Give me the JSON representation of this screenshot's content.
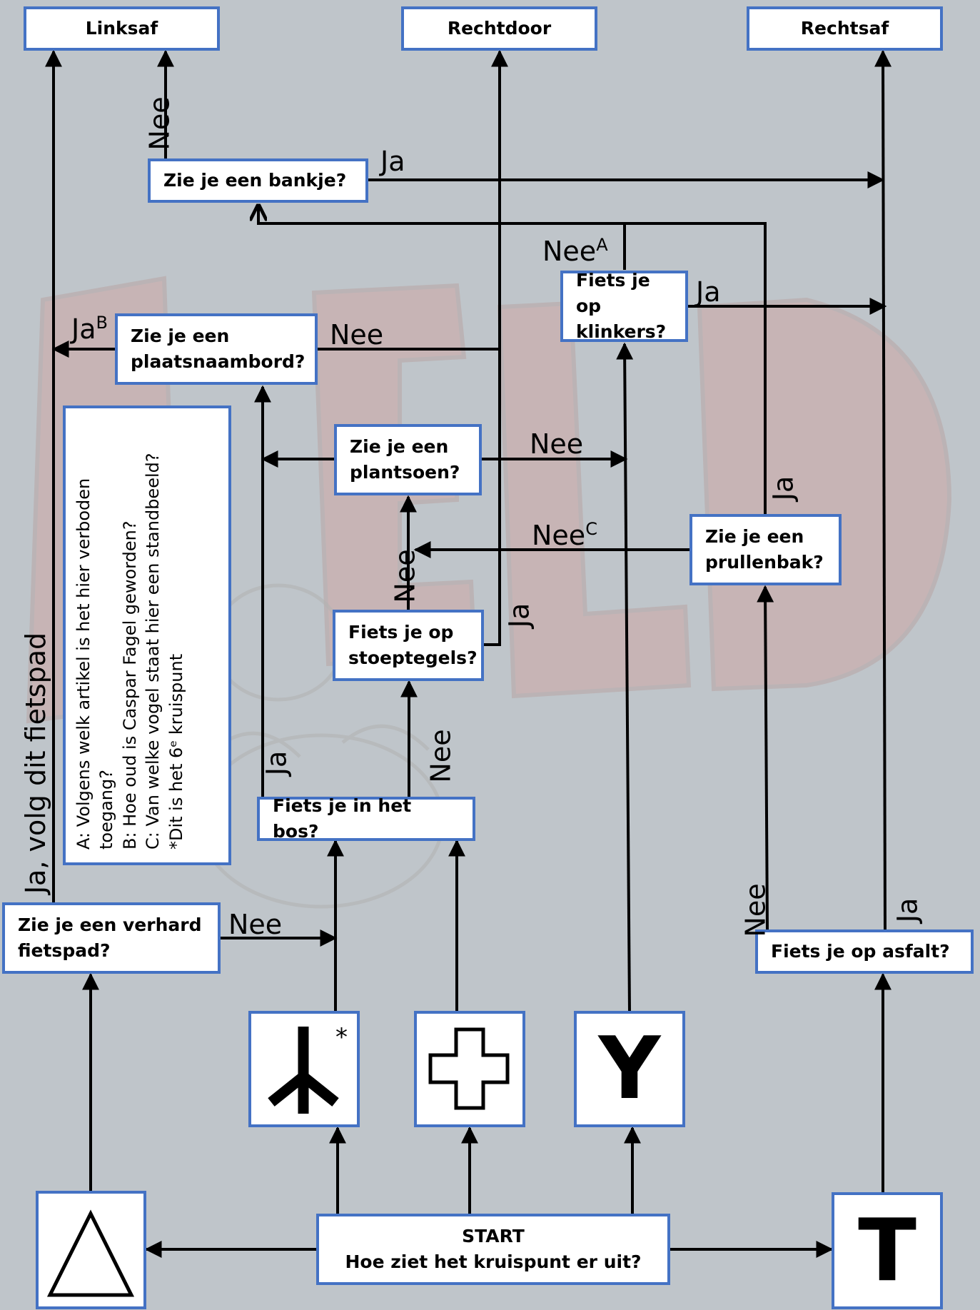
{
  "exits": {
    "left": "Linksaf",
    "straight": "Rechtdoor",
    "right": "Rechtsaf"
  },
  "questions": {
    "bankje": "Zie je een bankje?",
    "klinkers": [
      "Fiets je op",
      "klinkers?"
    ],
    "plaatsnaambord": [
      "Zie je een",
      "plaatsnaambord?"
    ],
    "plantsoen": [
      "Zie je een",
      "plantsoen?"
    ],
    "prullenbak": [
      "Zie je een",
      "prullenbak?"
    ],
    "stoeptegels": [
      "Fiets je op",
      "stoeptegels?"
    ],
    "bos": "Fiets je in het bos?",
    "fietspad": [
      "Zie je een verhard",
      "fietspad?"
    ],
    "asfalt": "Fiets je op asfalt?",
    "start": [
      "START",
      "Hoe ziet het kruispunt er uit?"
    ]
  },
  "labels": {
    "ja": "Ja",
    "nee": "Nee",
    "sup_a": "A",
    "sup_b": "B",
    "sup_c": "C",
    "follow_path": "Ja, volg dit fietspad"
  },
  "notes": [
    "A: Volgens welk artikel is het hier verboden toegang?",
    "B: Hoe oud is Caspar Fagel geworden?",
    "C: Van welke vogel staat hier een standbeeld?",
    "*Dit is het 6ᵉ kruispunt"
  ],
  "symbols": {
    "star_marker": "*",
    "y_junction": "Y",
    "t_junction": "T"
  },
  "colors": {
    "box_border": "#4472c4",
    "background": "#bfc5ca",
    "watermark": "#c9a9a8"
  }
}
